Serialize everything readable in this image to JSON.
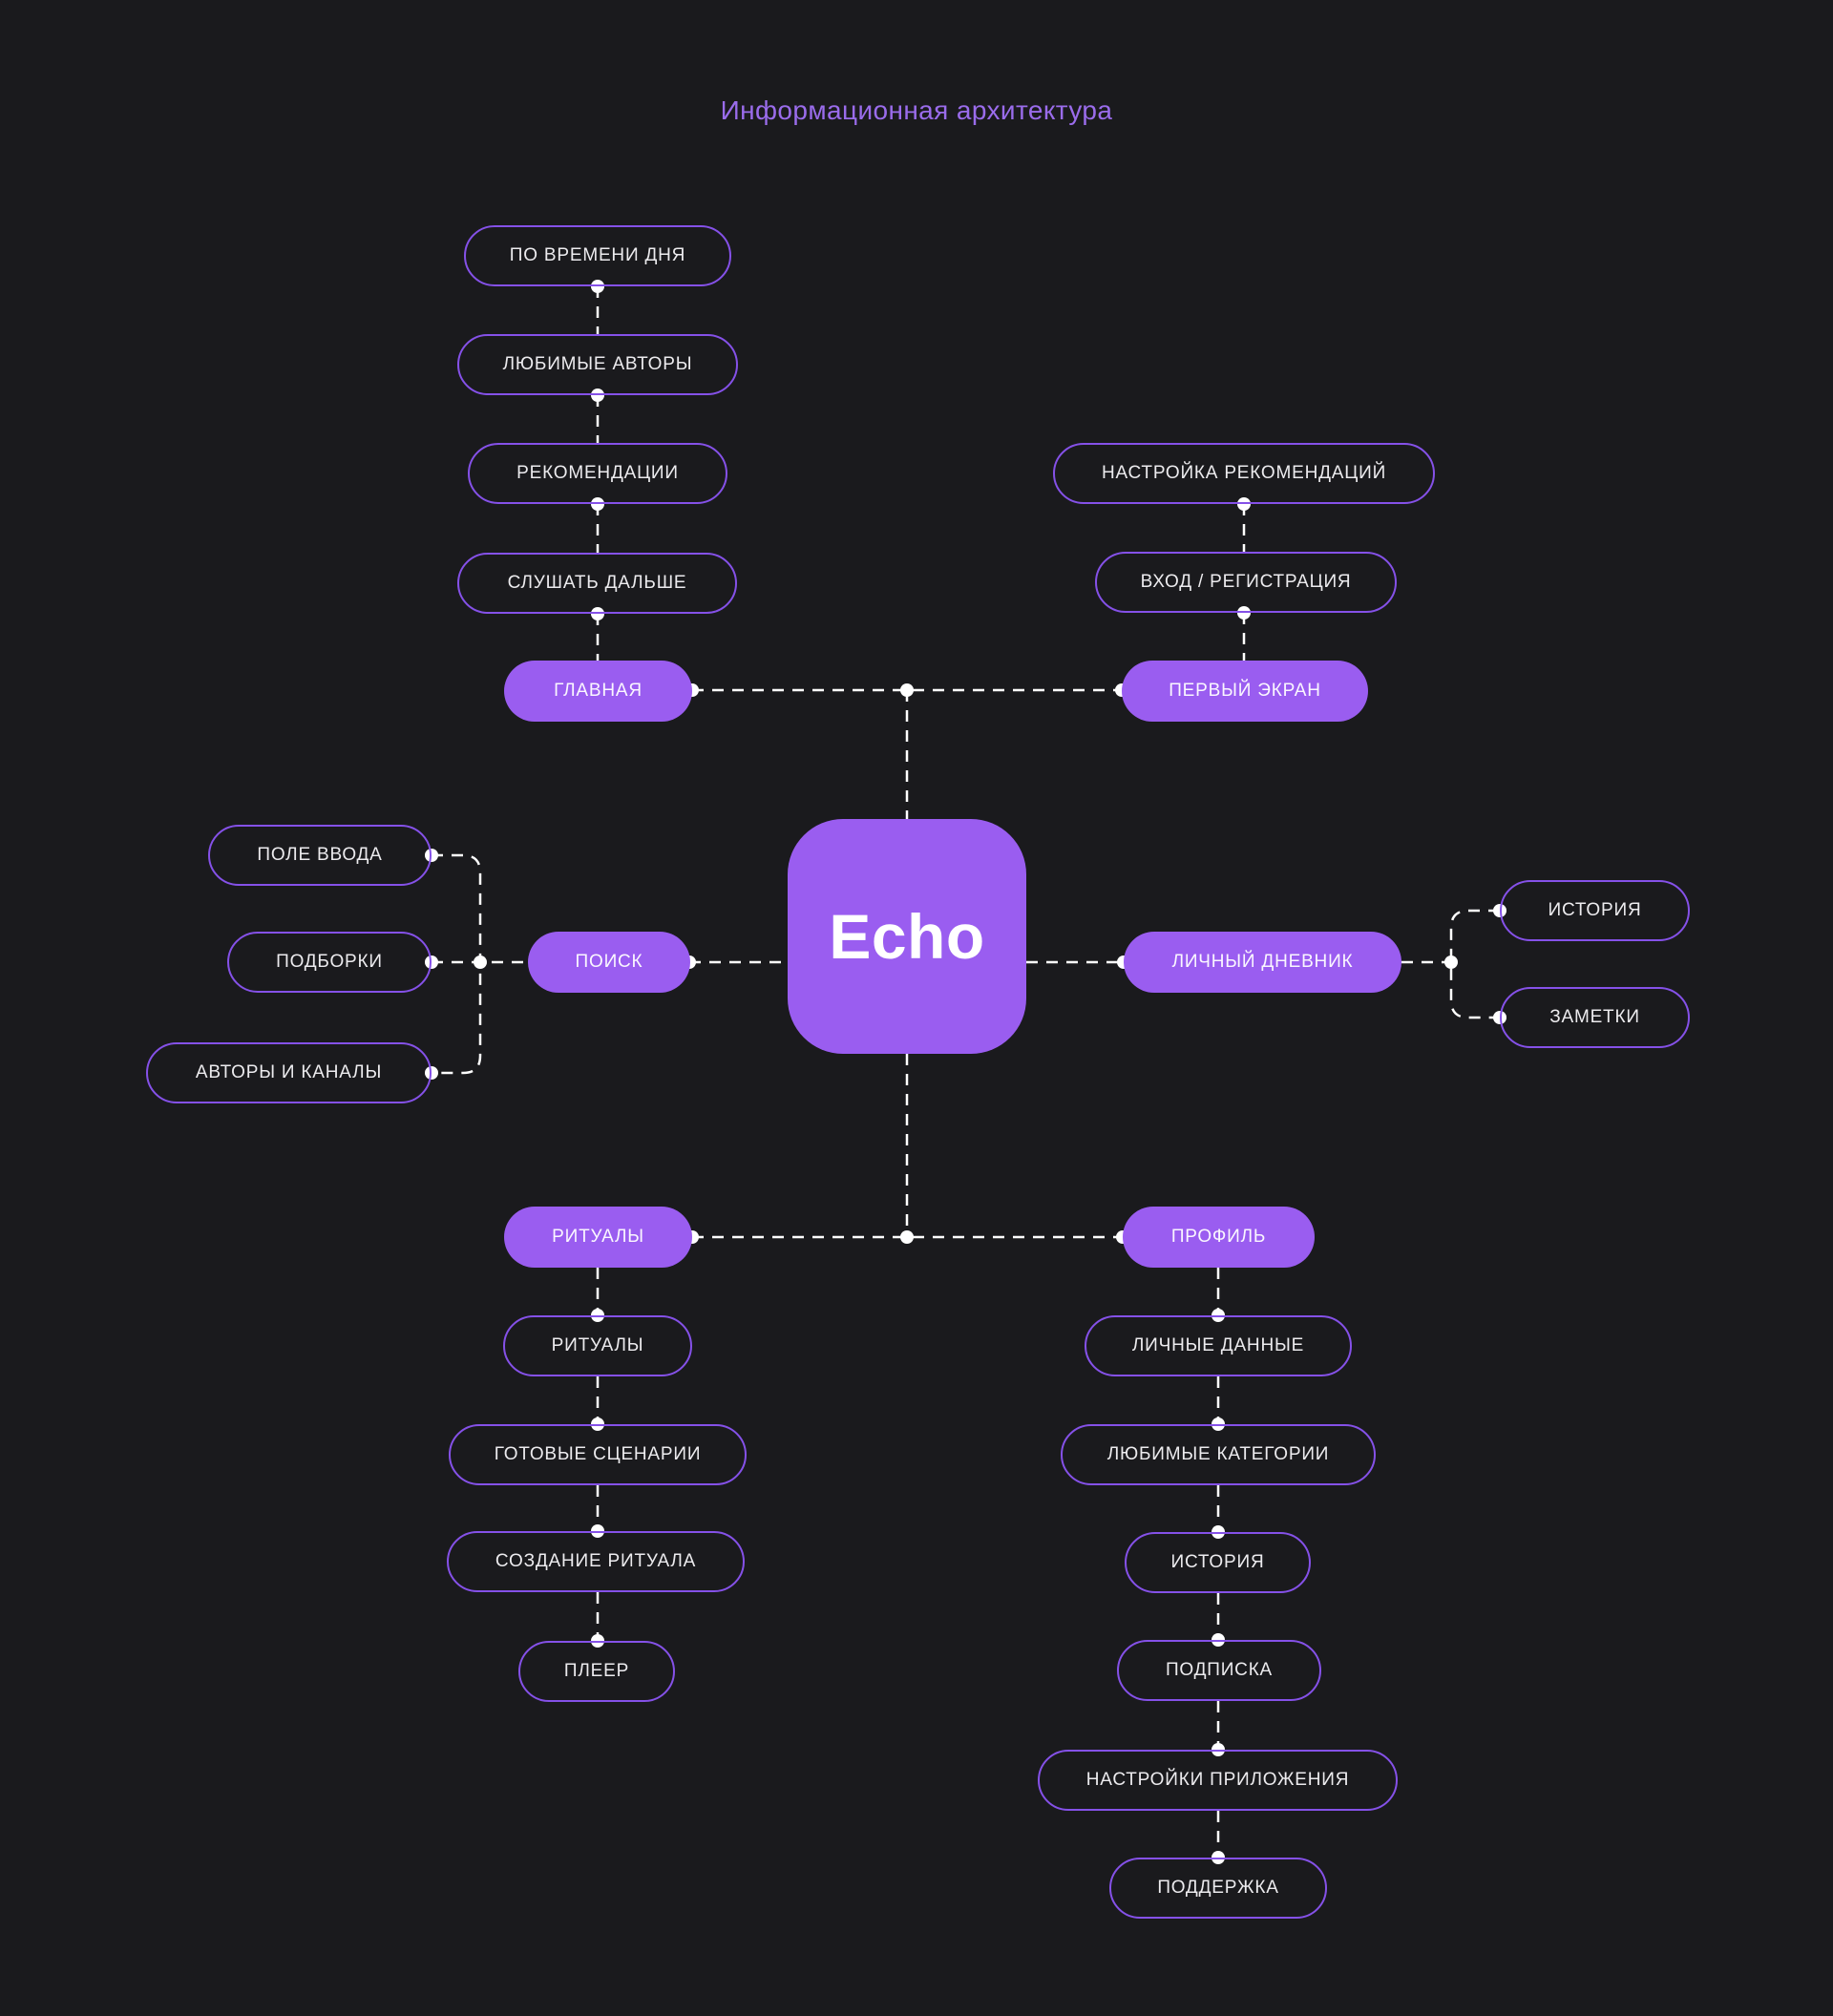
{
  "title": "Информационная архитектура",
  "logo": {
    "label": "Echo"
  },
  "colors": {
    "background": "#1a1a1d",
    "accent_fill": "#9a5df0",
    "outline_stroke": "#8551e8",
    "title_text": "#9a6ceb",
    "pill_text": "#ecebee",
    "connector": "#ffffff"
  },
  "sections": {
    "home": {
      "hub": "ГЛАВНАЯ",
      "items": [
        "СЛУШАТЬ ДАЛЬШЕ",
        "РЕКОМЕНДАЦИИ",
        "ЛЮБИМЫЕ АВТОРЫ",
        "ПО ВРЕМЕНИ ДНЯ"
      ]
    },
    "first_screen": {
      "hub": "ПЕРВЫЙ ЭКРАН",
      "items": [
        "ВХОД / РЕГИСТРАЦИЯ",
        "НАСТРОЙКА РЕКОМЕНДАЦИЙ"
      ]
    },
    "search": {
      "hub": "ПОИСК",
      "items": [
        "ПОЛЕ ВВОДА",
        "ПОДБОРКИ",
        "АВТОРЫ И КАНАЛЫ"
      ]
    },
    "diary": {
      "hub": "ЛИЧНЫЙ ДНЕВНИК",
      "items": [
        "ИСТОРИЯ",
        "ЗАМЕТКИ"
      ]
    },
    "rituals": {
      "hub": "РИТУАЛЫ",
      "items": [
        "РИТУАЛЫ",
        "ГОТОВЫЕ СЦЕНАРИИ",
        "СОЗДАНИЕ РИТУАЛА",
        "ПЛЕЕР"
      ]
    },
    "profile": {
      "hub": "ПРОФИЛЬ",
      "items": [
        "ЛИЧНЫЕ ДАННЫЕ",
        "ЛЮБИМЫЕ КАТЕГОРИИ",
        "ИСТОРИЯ",
        "ПОДПИСКА",
        "НАСТРОЙКИ ПРИЛОЖЕНИЯ",
        "ПОДДЕРЖКА"
      ]
    }
  }
}
